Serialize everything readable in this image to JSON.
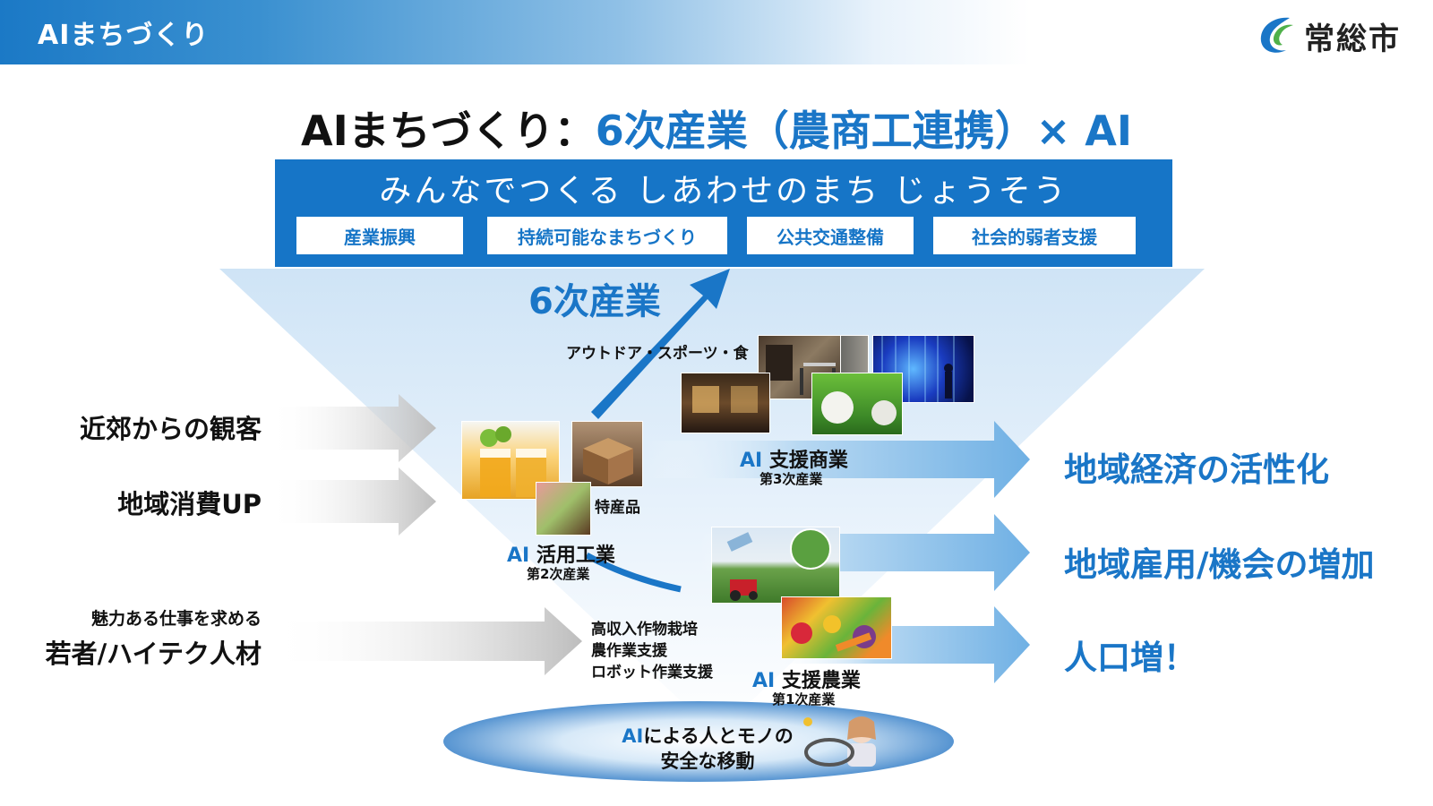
{
  "header": {
    "title": "AIまちづくり",
    "city_name": "常総市",
    "brand_color": "#1b79c6"
  },
  "heading": {
    "prefix": "AIまちづくり：",
    "highlight": "6次産業（農商工連携）× AI"
  },
  "slogan": {
    "text": "みんなでつくる しあわせのまち じょうそう",
    "pillars": [
      "産業振興",
      "持続可能なまちづくり",
      "公共交通整備",
      "社会的弱者支援"
    ]
  },
  "left_inputs": {
    "visitors": "近郊からの観客",
    "consumption": "地域消費UP",
    "talent_caption": "魅力ある仕事を求める",
    "talent": "若者/ハイテク人材"
  },
  "sixth_industry_label": "6次産業",
  "outdoor_label": "アウトドア・スポーツ・食",
  "specialty_label": "特産品",
  "ai_prefix": "AI",
  "sectors": {
    "commerce": {
      "name": "支援商業",
      "sub": "第3次産業"
    },
    "industry": {
      "name": "活用工業",
      "sub": "第2次産業"
    },
    "agriculture": {
      "name": "支援農業",
      "sub": "第1次産業"
    }
  },
  "agri_features": [
    "高収入作物栽培",
    "農作業支援",
    "ロボット作業支援"
  ],
  "results": [
    "地域経済の活性化",
    "地域雇用/機会の増加",
    "人口増！"
  ],
  "mobility": {
    "line1_rest": "による人とモノの",
    "line2": "安全な移動"
  },
  "colors": {
    "accent_blue": "#1a76c7",
    "box_blue": "#1675c7",
    "arrow_blue": "#8fc3ea",
    "arrow_gray": "#c8c8c8"
  }
}
